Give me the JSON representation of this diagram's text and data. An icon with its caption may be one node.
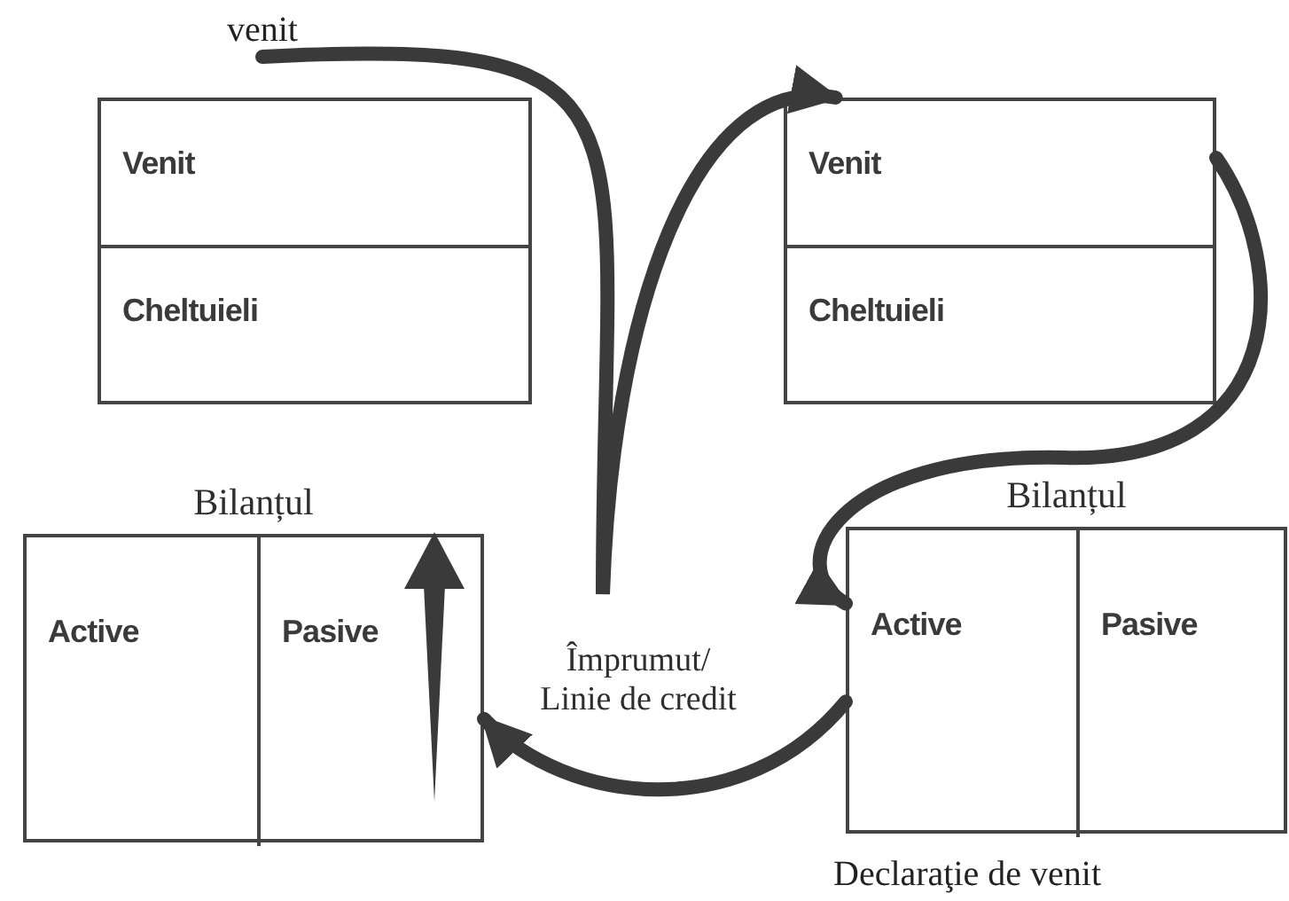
{
  "diagram": {
    "nodes": [
      {
        "text": [
          "venit"
        ]
      },
      {
        "text": [
          "Venit"
        ]
      },
      {
        "text": [
          "Cheltuieli"
        ]
      },
      {
        "text": [
          "Bilanțul"
        ]
      },
      {
        "text": [
          "Active"
        ],
        "in": 3
      },
      {
        "text": [
          "Pasive"
        ],
        "in": 3
      },
      {
        "text": [
          "Venit"
        ]
      },
      {
        "text": [
          "Cheltuieli"
        ]
      },
      {
        "text": [
          "Bilanțul"
        ]
      },
      {
        "text": [
          "Active"
        ],
        "in": 8
      },
      {
        "text": [
          "Pasive"
        ],
        "in": 8
      }
    ],
    "edges": [
      {
        "from": 0,
        "to": 6,
        "arrow": "to"
      },
      {
        "from": 6,
        "to": 9,
        "arrow": "to"
      },
      {
        "from": 9,
        "to": 5,
        "arrow": "to",
        "label": "Împrumut/ Linie de credit"
      }
    ],
    "labels": [
      "Declaraţie de venit"
    ]
  }
}
